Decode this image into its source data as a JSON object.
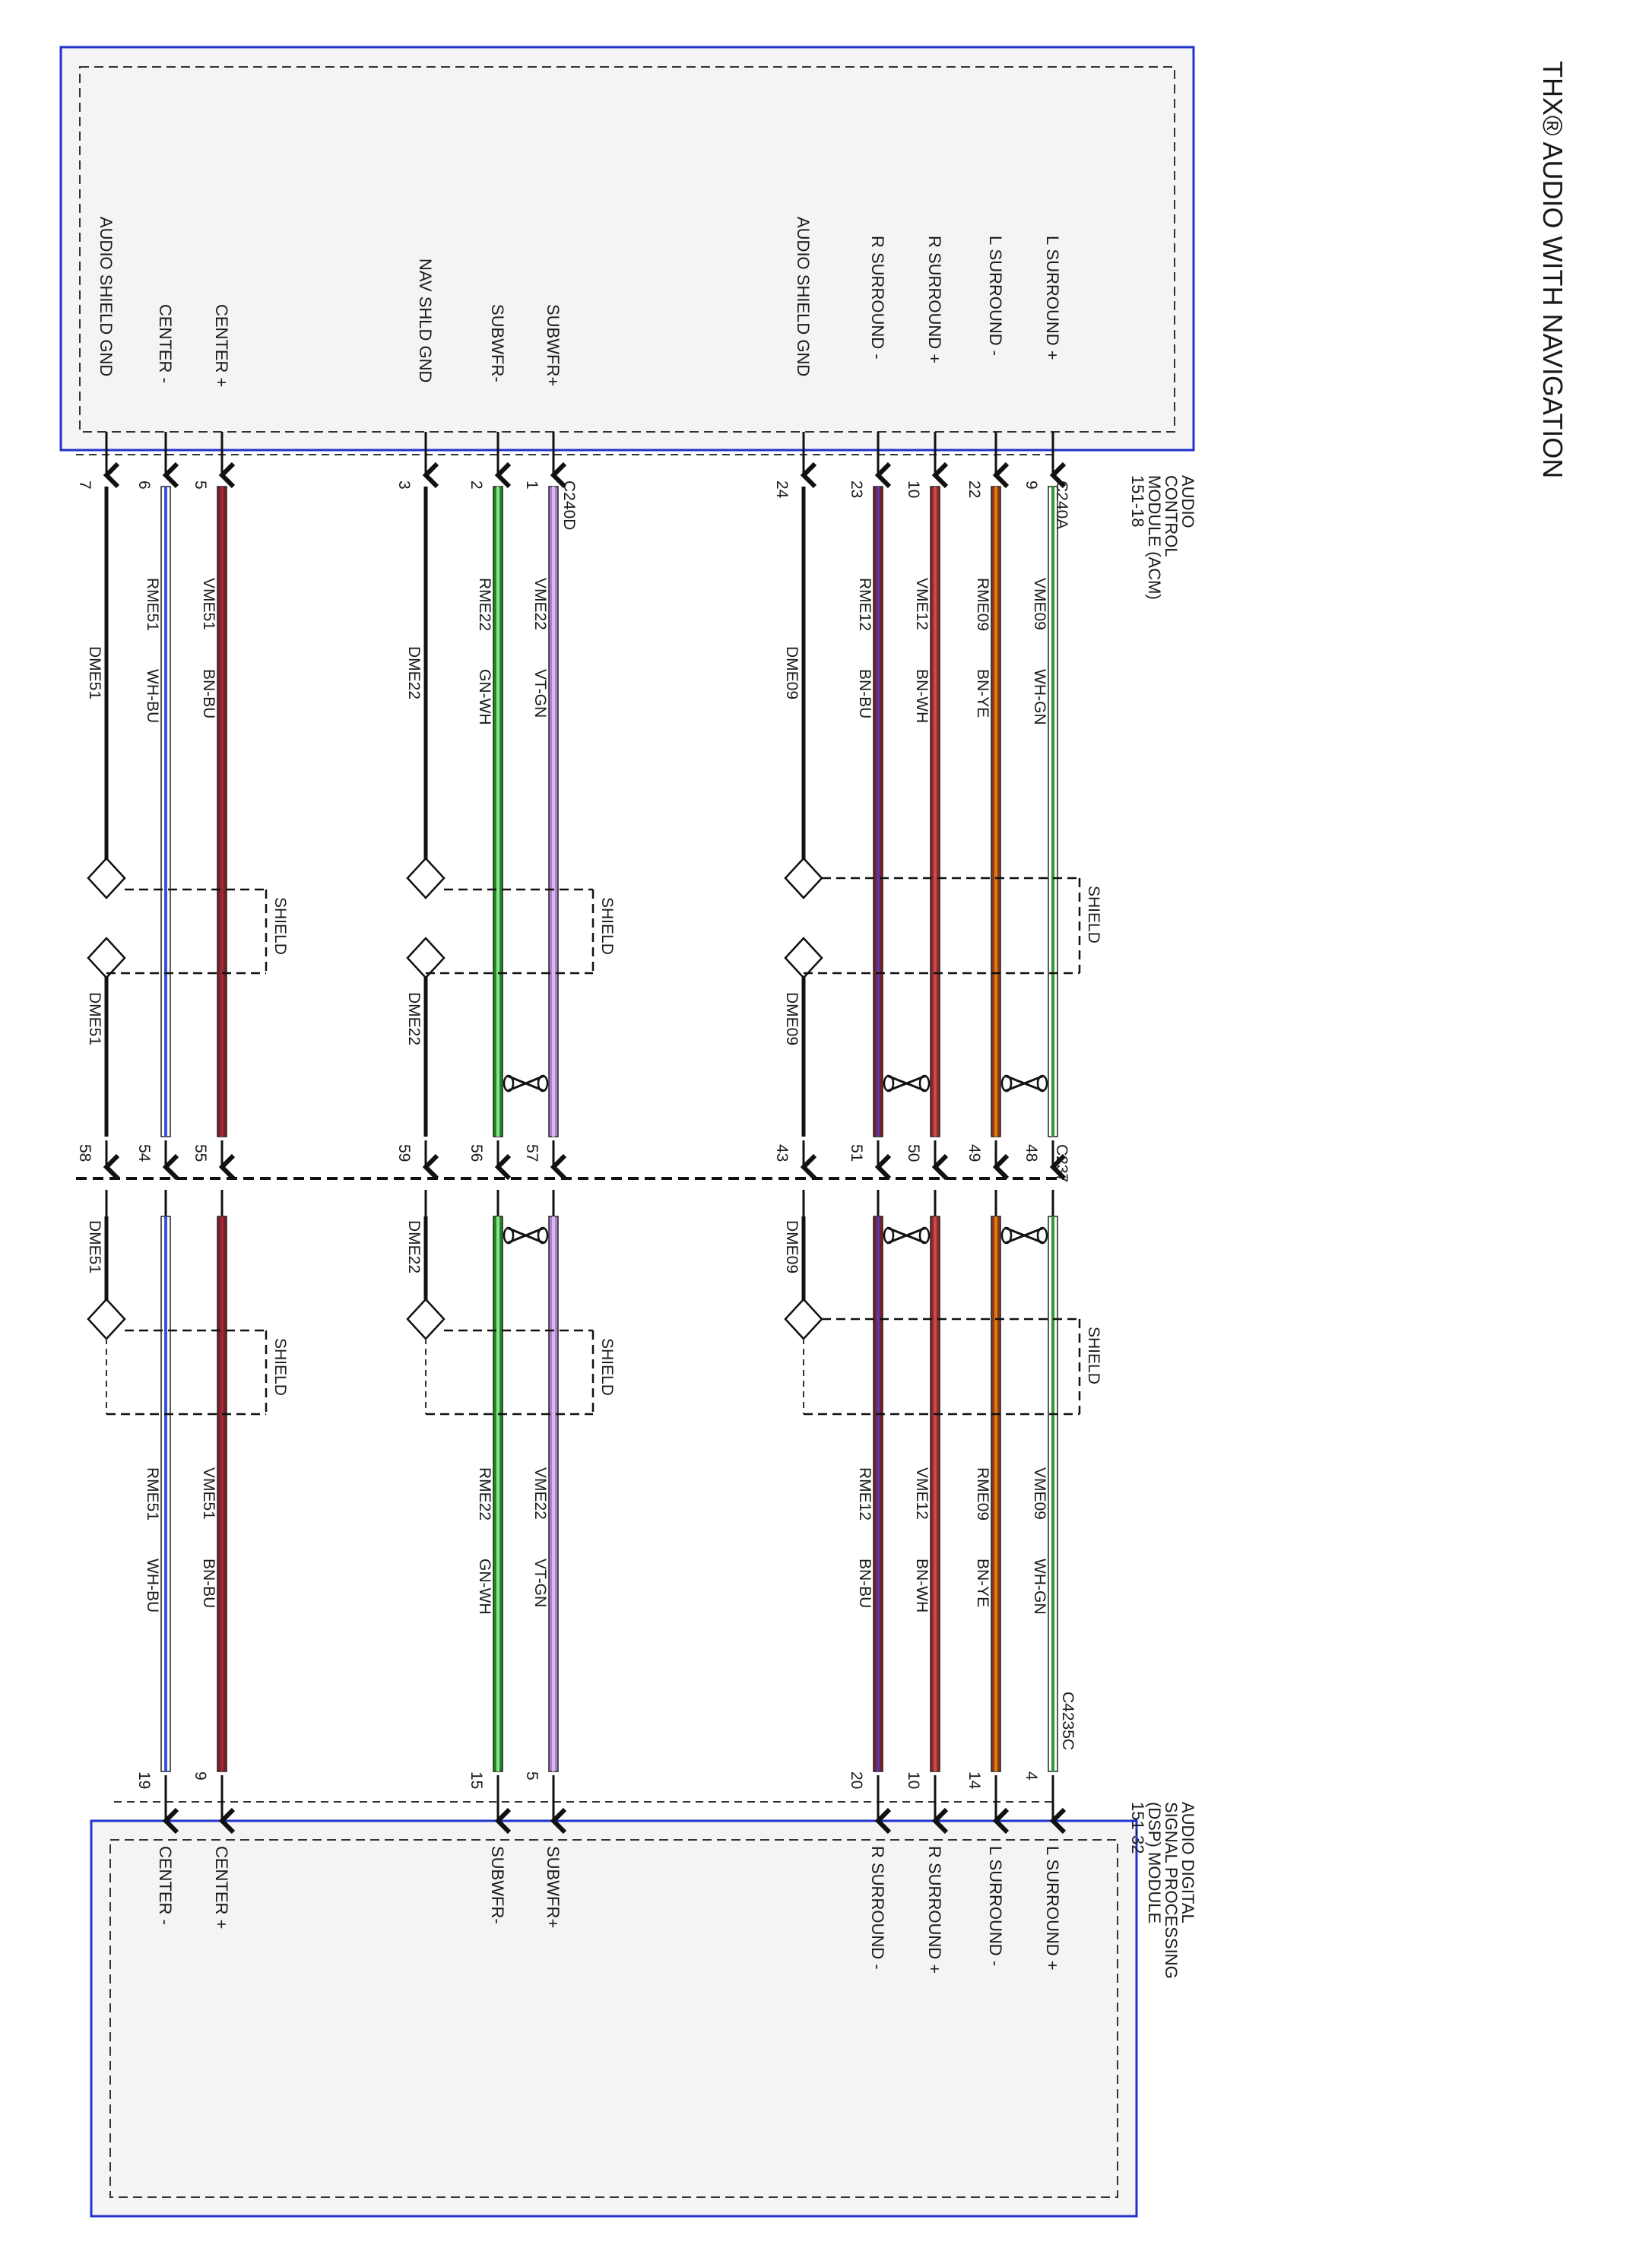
{
  "title": "THX® AUDIO WITH NAVIGATION",
  "acm": {
    "name": [
      "AUDIO",
      "CONTROL",
      "MODULE (ACM)",
      "151-18"
    ],
    "connector_a": "C240A",
    "connector_d": "C240D",
    "pins": [
      {
        "label": "L SURROUND +",
        "pin": "9"
      },
      {
        "label": "L SURROUND -",
        "pin": "22"
      },
      {
        "label": "R SURROUND +",
        "pin": "10"
      },
      {
        "label": "R SURROUND -",
        "pin": "23"
      },
      {
        "label": "AUDIO SHIELD GND",
        "pin": "24"
      },
      {
        "label": "SUBWFR+",
        "pin": "1"
      },
      {
        "label": "SUBWFR-",
        "pin": "2"
      },
      {
        "label": "NAV SHLD GND",
        "pin": "3"
      },
      {
        "label": "CENTER +",
        "pin": "5"
      },
      {
        "label": "CENTER -",
        "pin": "6"
      },
      {
        "label": "AUDIO SHIELD GND",
        "pin": "7"
      }
    ]
  },
  "dsp": {
    "name": [
      "AUDIO DIGITAL",
      "SIGNAL PROCESSING",
      "(DSP) MODULE",
      "151-32"
    ],
    "connector": "C4235C",
    "pins": [
      {
        "label": "L SURROUND +",
        "pin": "4"
      },
      {
        "label": "L SURROUND -",
        "pin": "14"
      },
      {
        "label": "R SURROUND +",
        "pin": "10"
      },
      {
        "label": "R SURROUND -",
        "pin": "20"
      },
      {
        "label": "SUBWFR+",
        "pin": "5"
      },
      {
        "label": "SUBWFR-",
        "pin": "15"
      },
      {
        "label": "CENTER +",
        "pin": "9"
      },
      {
        "label": "CENTER -",
        "pin": "19"
      }
    ]
  },
  "inline_connector": {
    "name": "C237",
    "pins": [
      "48",
      "49",
      "50",
      "51",
      "43",
      "57",
      "56",
      "59",
      "55",
      "54",
      "58"
    ]
  },
  "shield_label": "SHIELD",
  "drains": [
    "DME09",
    "DME22",
    "DME51"
  ],
  "wires": [
    {
      "circuit": "VME09",
      "color": "WH-GN",
      "c1": "#ffffff",
      "c2": "#2a9d2a"
    },
    {
      "circuit": "RME09",
      "color": "BN-YE",
      "c1": "#8b3a1a",
      "c2": "#e07a10"
    },
    {
      "circuit": "VME12",
      "color": "BN-WH",
      "c1": "#8b2a2a",
      "c2": "#d04848"
    },
    {
      "circuit": "RME12",
      "color": "BN-BU",
      "c1": "#7a1f2a",
      "c2": "#5a3aa8"
    },
    {
      "circuit": "VME22",
      "color": "VT-GN",
      "c1": "#b080d0",
      "c2": "#d8b8ea"
    },
    {
      "circuit": "RME22",
      "color": "GN-WH",
      "c1": "#1e8a1e",
      "c2": "#8ee08e"
    },
    {
      "circuit": "VME51",
      "color": "BN-BU",
      "c1": "#7a1f2a",
      "c2": "#a02838"
    },
    {
      "circuit": "RME51",
      "color": "WH-BU",
      "c1": "#ffffff",
      "c2": "#3355dd"
    }
  ]
}
